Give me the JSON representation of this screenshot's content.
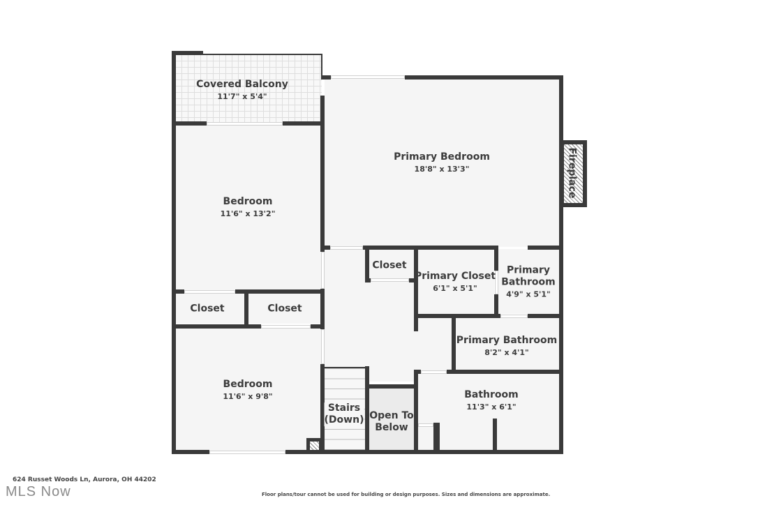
{
  "floor_plan": {
    "rooms": [
      {
        "name": "Covered Balcony",
        "dimensions": "11'7\" x 5'4\""
      },
      {
        "name": "Primary Bedroom",
        "dimensions": "18'8\" x 13'3\""
      },
      {
        "name": "Bedroom",
        "dimensions": "11'6\" x 13'2\""
      },
      {
        "name": "Closet",
        "dimensions": ""
      },
      {
        "name": "Primary Closet",
        "dimensions": "6'1\" x 5'1\""
      },
      {
        "name": "Primary Bathroom",
        "name_line1": "Primary",
        "name_line2": "Bathroom",
        "dimensions": "4'9\" x 5'1\""
      },
      {
        "name": "Closet",
        "dimensions": ""
      },
      {
        "name": "Closet",
        "dimensions": ""
      },
      {
        "name": "Primary Bathroom",
        "dimensions": "8'2\" x 4'1\""
      },
      {
        "name": "Bedroom",
        "dimensions": "11'6\" x 9'8\""
      },
      {
        "name": "Bathroom",
        "dimensions": "11'3\" x 6'1\""
      },
      {
        "name": "Stairs (Down)",
        "name_line1": "Stairs",
        "name_line2": "(Down)",
        "dimensions": ""
      },
      {
        "name": "Open To Below",
        "name_line1": "Open To",
        "name_line2": "Below",
        "dimensions": ""
      }
    ],
    "features": {
      "fireplace": "Fireplace"
    }
  },
  "footer": {
    "address": "624 Russet Woods Ln, Aurora, OH 44202",
    "brand": "MLS Now",
    "disclaimer": "Floor plans/tour cannot be used for building or design purposes. Sizes and dimensions are approximate."
  },
  "colors": {
    "wall": "#3a3a3a",
    "room_fill": "#f5f5f5",
    "text": "#3c3c3c"
  }
}
